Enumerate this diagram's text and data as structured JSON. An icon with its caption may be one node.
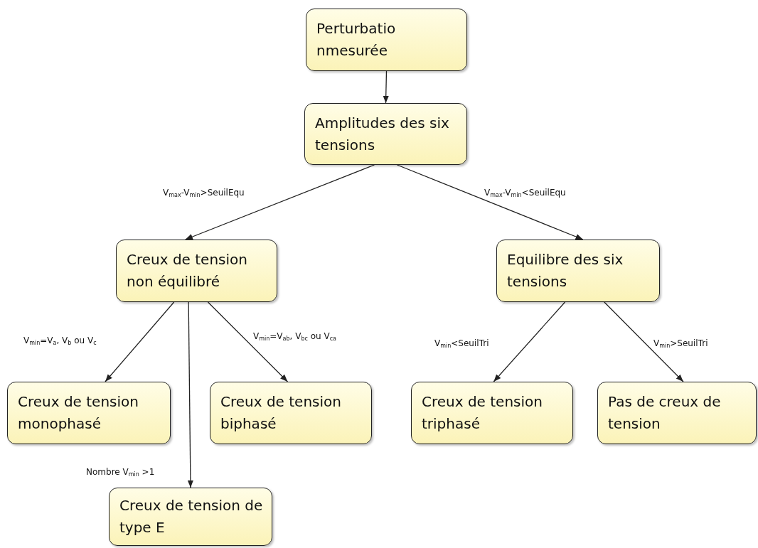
{
  "diagram": {
    "nodes": [
      {
        "text": [
          "Perturbatio nmesurée"
        ]
      },
      {
        "text": [
          "Amplitudes des six tensions"
        ]
      },
      {
        "text": [
          "Creux de tension non équilibré"
        ]
      },
      {
        "text": [
          "Equilibre des six tensions"
        ]
      },
      {
        "text": [
          "Creux de tension monophasé"
        ]
      },
      {
        "text": [
          "Creux de tension biphasé"
        ]
      },
      {
        "text": [
          "Creux de tension triphasé"
        ]
      },
      {
        "text": [
          "Pas de creux de tension"
        ]
      },
      {
        "text": [
          "Creux de tension de type E"
        ]
      }
    ],
    "edges": [
      {
        "from": 0,
        "to": 1,
        "arrow": "to"
      },
      {
        "from": 1,
        "to": 2,
        "arrow": "to",
        "label": "V$_{max}$-V$_{min}$>SeuilEqu"
      },
      {
        "from": 1,
        "to": 3,
        "arrow": "to",
        "label": "V$_{max}$-V$_{min}$<SeuilEqu"
      },
      {
        "from": 2,
        "to": 4,
        "arrow": "to",
        "label": "V$_{min}$=V$_{a}$,  V$_{b}$ ou V$_{c}$"
      },
      {
        "from": 2,
        "to": 8,
        "arrow": "to",
        "label": "Nombre V$_{min}$ >1"
      },
      {
        "from": 2,
        "to": 5,
        "arrow": "to",
        "label": "V$_{min}$=V$_{ab}$,  V$_{bc}$ ou V$_{ca}$"
      },
      {
        "from": 3,
        "to": 6,
        "arrow": "to",
        "label": "V$_{min}$<SeuilTri"
      },
      {
        "from": 3,
        "to": 7,
        "arrow": "to",
        "label": "V$_{min}$>SeuilTri"
      }
    ]
  }
}
